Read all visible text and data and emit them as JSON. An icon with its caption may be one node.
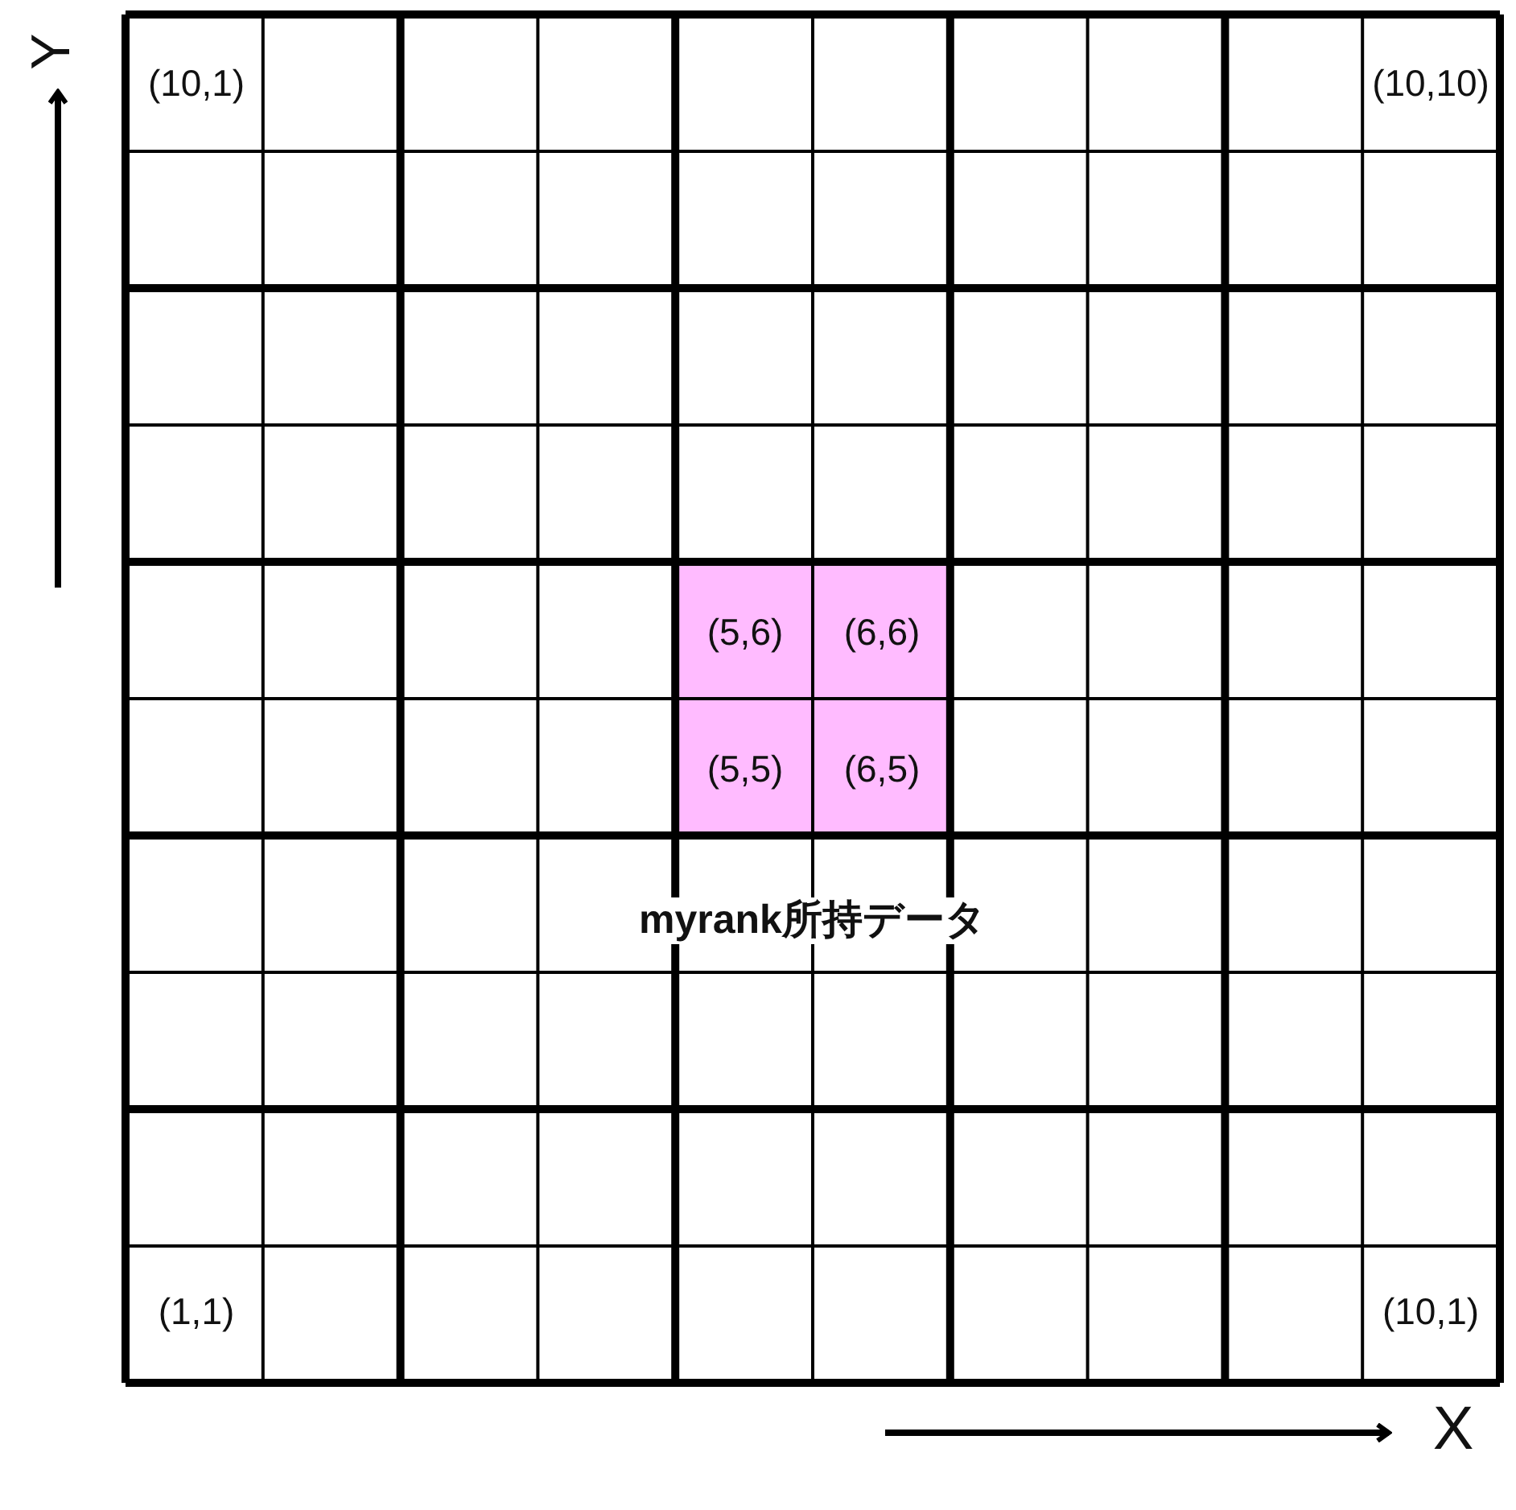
{
  "diagram": {
    "labels": [
      "Y",
      "(10,1)",
      "(10,10)",
      "(5,6)",
      "(6,6)",
      "(5,5)",
      "(6,5)",
      "myrank所持データ",
      "(1,1)",
      "(10,1)",
      "X"
    ]
  }
}
